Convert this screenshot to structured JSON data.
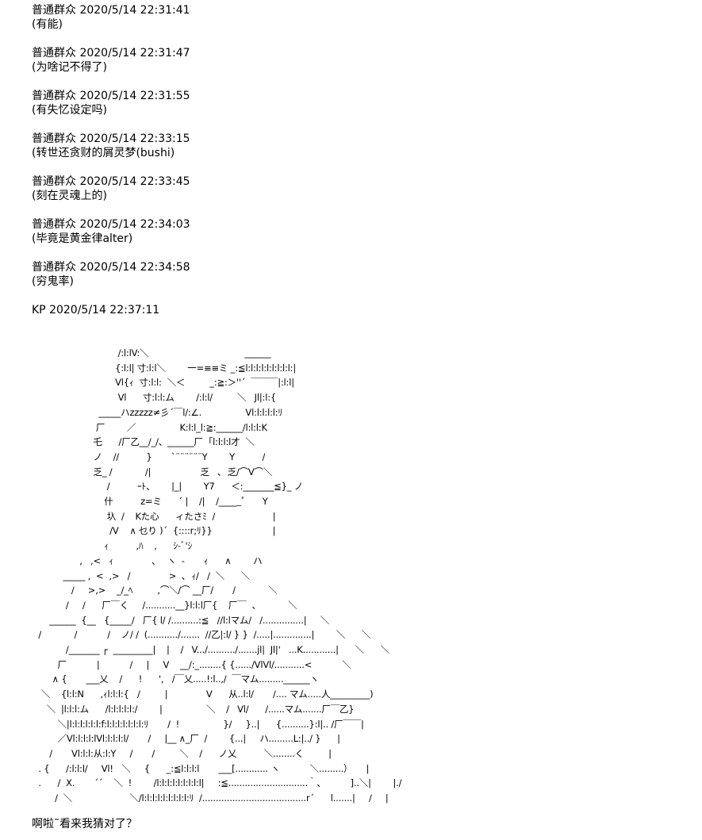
{
  "messages": [
    {
      "header": "普通群众 2020/5/14 22:31:41",
      "text": "(有能)"
    },
    {
      "header": "普通群众 2020/5/14 22:31:47",
      "text": "(为啥记不得了)"
    },
    {
      "header": "普通群众 2020/5/14 22:31:55",
      "text": "(有失忆设定吗)"
    },
    {
      "header": "普通群众 2020/5/14 22:33:15",
      "text": "(转世还贪财的屑灵梦(bushi)"
    },
    {
      "header": "普通群众 2020/5/14 22:33:45",
      "text": "(刻在灵魂上的)"
    },
    {
      "header": "普通群众 2020/5/14 22:34:03",
      "text": "(毕竟是黄金律alter)"
    },
    {
      "header": "普通群众 2020/5/14 22:34:58",
      "text": "(穷鬼率)"
    }
  ],
  "kp": {
    "header": "KP 2020/5/14 22:37:11",
    "ascii_art": "                                /:l:lV:＼                                   ______\n                               {:l:l| 寸:l:l＼        一=≡≡ミ _:≦l:l:l:l:l:l:l:l:l:|\n                               Vl{ｨ  寸:l:l:  ＼＜         _:≧:＞''´  ￣￣￣|:l:l|\n                                Vl      寸:l:l:ム        /:l:l/         ＼   Jl|:l:{\n                         _____ハzzzzz≠彡´￣l/:∠.                Vl:l:l:l:l:ﾘ\n                        厂        ／                K:l:l_l:≧:______/l:l:l:K\n                       乇      /厂乙__/_/、______厂  ｢l:l:l:l才  ＼\n                       ノ    //          }       `¨¨¨¨¨¨Y        Y          /\n                       乏_ /            /|                  乏   ､  乏/⌒V⌒＼\n                            /          ｰﾄ、      |_|        Y7      ＜:_______≦}_ ノ\n                           什          z=ミ      ´ |    /|    /_____ﾟ      Y\n                            圦  /    Kた心      ィたさﾐ  /                     |\n                             /V    ∧ 乜り )´  {::::r;ﾘ}}                      |\n                           ｨ          ,ﾊ    ,      ｼ-ﾞ'ｼ\n                  ,   ,<   ｨ              ､    ヽ  -       ｨ      ∧        ハ\n            _____ ,  <  ,>   /              >  ､  ｨ/   /  ＼      ＼\n               /     >,>    _/_ﾍ         ,⌒＼/⌒ __厂/       /            ＼\n             /     /      厂￣く     /...........__}l:l:l厂{    厂￣  、          ＼\n       ______  {__   {_____/   厂{ l/ /..........:≦   //l:lマム/   /...............|     ＼\n   /            /           /    ノ/ /  (.........../.......  //乙|:l/ } }  /.....|..............|        ＼      ＼\n             /_______ ┌  _________|    |    /   V.../........../.......jl|  Jl|'   ...K............|      ＼      ＼\n          厂           |           /     |     V    __/:_........{ {....../VlVl/...........<           ＼\n        ∧ {       ___乂    /      !      ',   /￣乂.....!:l..,/  ￣マム.........______ヽ\n    ＼    {l:l:N      ,ｨl:l:l:{   /         |              V      从..l:l/       /.... マム.....人_________)\n      ＼  |l:l:l:ム      /l:l:l:l:l:/        |                ＼    /   Vl/      /......マム.......厂￣乙}\n          ＼|l:l:l:l:l:l:f:l:l:l:l:l:l:l:ﾘ       /  !                }/     }..|      {..........}:l|.. /厂￣￣|\n          ／Vl:l:l:l:lVl:l:l:l:l/       /     |__ ∧_厂  /        {...|     ハ.........L:|../ }      |\n       /       Vl:l:l:从:l:Y     /       /         ＼    /      ノ乂          ＼........く         |\n   . {      /:l:l:l/     Vl!   ＼     {      _:≦l:l:l:l       ___[............ ヽ           ＼.........）     |\n   .      /  X.       ´´    ＼  !        /l:l:l:l:l:l:l:l:l|     :≦.............................｀、         ]..＼|        |./\n         /  ＼                     ＼/l:l:l:l:l:l:l:l:l:ﾘ  /......................................r´      l.......|     /     |"
  },
  "closing": "啊啦˜看来我猜对了？"
}
